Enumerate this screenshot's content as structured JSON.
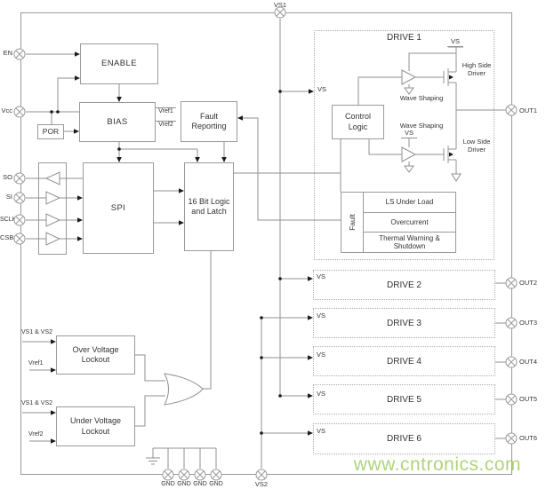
{
  "pins": {
    "vs1": "VS1",
    "en": "EN",
    "vcc": "Vcc",
    "so": "SO",
    "si": "SI",
    "sclk": "SCLK",
    "csb": "CSB",
    "gnd": "GND",
    "vs2": "VS2"
  },
  "blocks": {
    "enable": "ENABLE",
    "bias": "BIAS",
    "por": "POR",
    "fault_reporting": "Fault\nReporting",
    "spi": "SPI",
    "logic16": "16 Bit Logic\nand Latch",
    "control_logic": "Control\nLogic",
    "ovl": "Over Voltage\nLockout",
    "uvl": "Under Voltage\nLockout"
  },
  "labels": {
    "vs": "VS",
    "vref1": "Vref1",
    "vref2": "Vref2",
    "vs1_vs2": "VS1 & VS2",
    "wave_shaping": "Wave Shaping"
  },
  "drive1": {
    "title": "DRIVE 1",
    "high_side": "High Side\nDriver",
    "low_side": "Low Side\nDriver",
    "fault": "Fault",
    "fault_rows": [
      "LS Under Load",
      "Overcurrent",
      "Thermal Warning &\nShutdown"
    ],
    "out": "OUT1"
  },
  "drives": [
    {
      "label": "DRIVE 2",
      "out": "OUT2"
    },
    {
      "label": "DRIVE 3",
      "out": "OUT3"
    },
    {
      "label": "DRIVE 4",
      "out": "OUT4"
    },
    {
      "label": "DRIVE 5",
      "out": "OUT5"
    },
    {
      "label": "DRIVE 6",
      "out": "OUT6"
    }
  ],
  "watermark": "www.cntronics.com",
  "colors": {
    "wire": "#909090",
    "box_border": "#9a9a9a",
    "dashed_border": "#adadad",
    "text": "#333333",
    "arrow": "#1a1a1a",
    "watermark_green": "#a3cc66"
  }
}
